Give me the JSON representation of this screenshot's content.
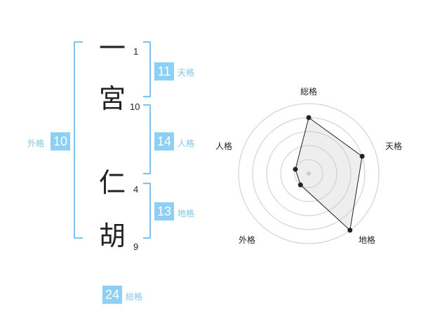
{
  "name": {
    "chars": [
      {
        "char": "一",
        "strokes": "1"
      },
      {
        "char": "宮",
        "strokes": "10"
      },
      {
        "char": "仁",
        "strokes": "4"
      },
      {
        "char": "胡",
        "strokes": "9"
      }
    ]
  },
  "kaku": {
    "tenkaku": {
      "value": "11",
      "label": "天格"
    },
    "jinkaku": {
      "value": "14",
      "label": "人格"
    },
    "chikaku": {
      "value": "13",
      "label": "地格"
    },
    "gaikaku": {
      "value": "10",
      "label": "外格"
    },
    "soukaku": {
      "value": "24",
      "label": "総格"
    }
  },
  "radar": {
    "axes": [
      "総格",
      "天格",
      "地格",
      "外格",
      "人格"
    ],
    "scores": [
      4,
      4,
      5,
      1,
      1
    ],
    "max": 5
  },
  "colors": {
    "accent": "#8ecff5",
    "accentText": "#7fc4ee",
    "bracket": "#7fc4ee"
  }
}
